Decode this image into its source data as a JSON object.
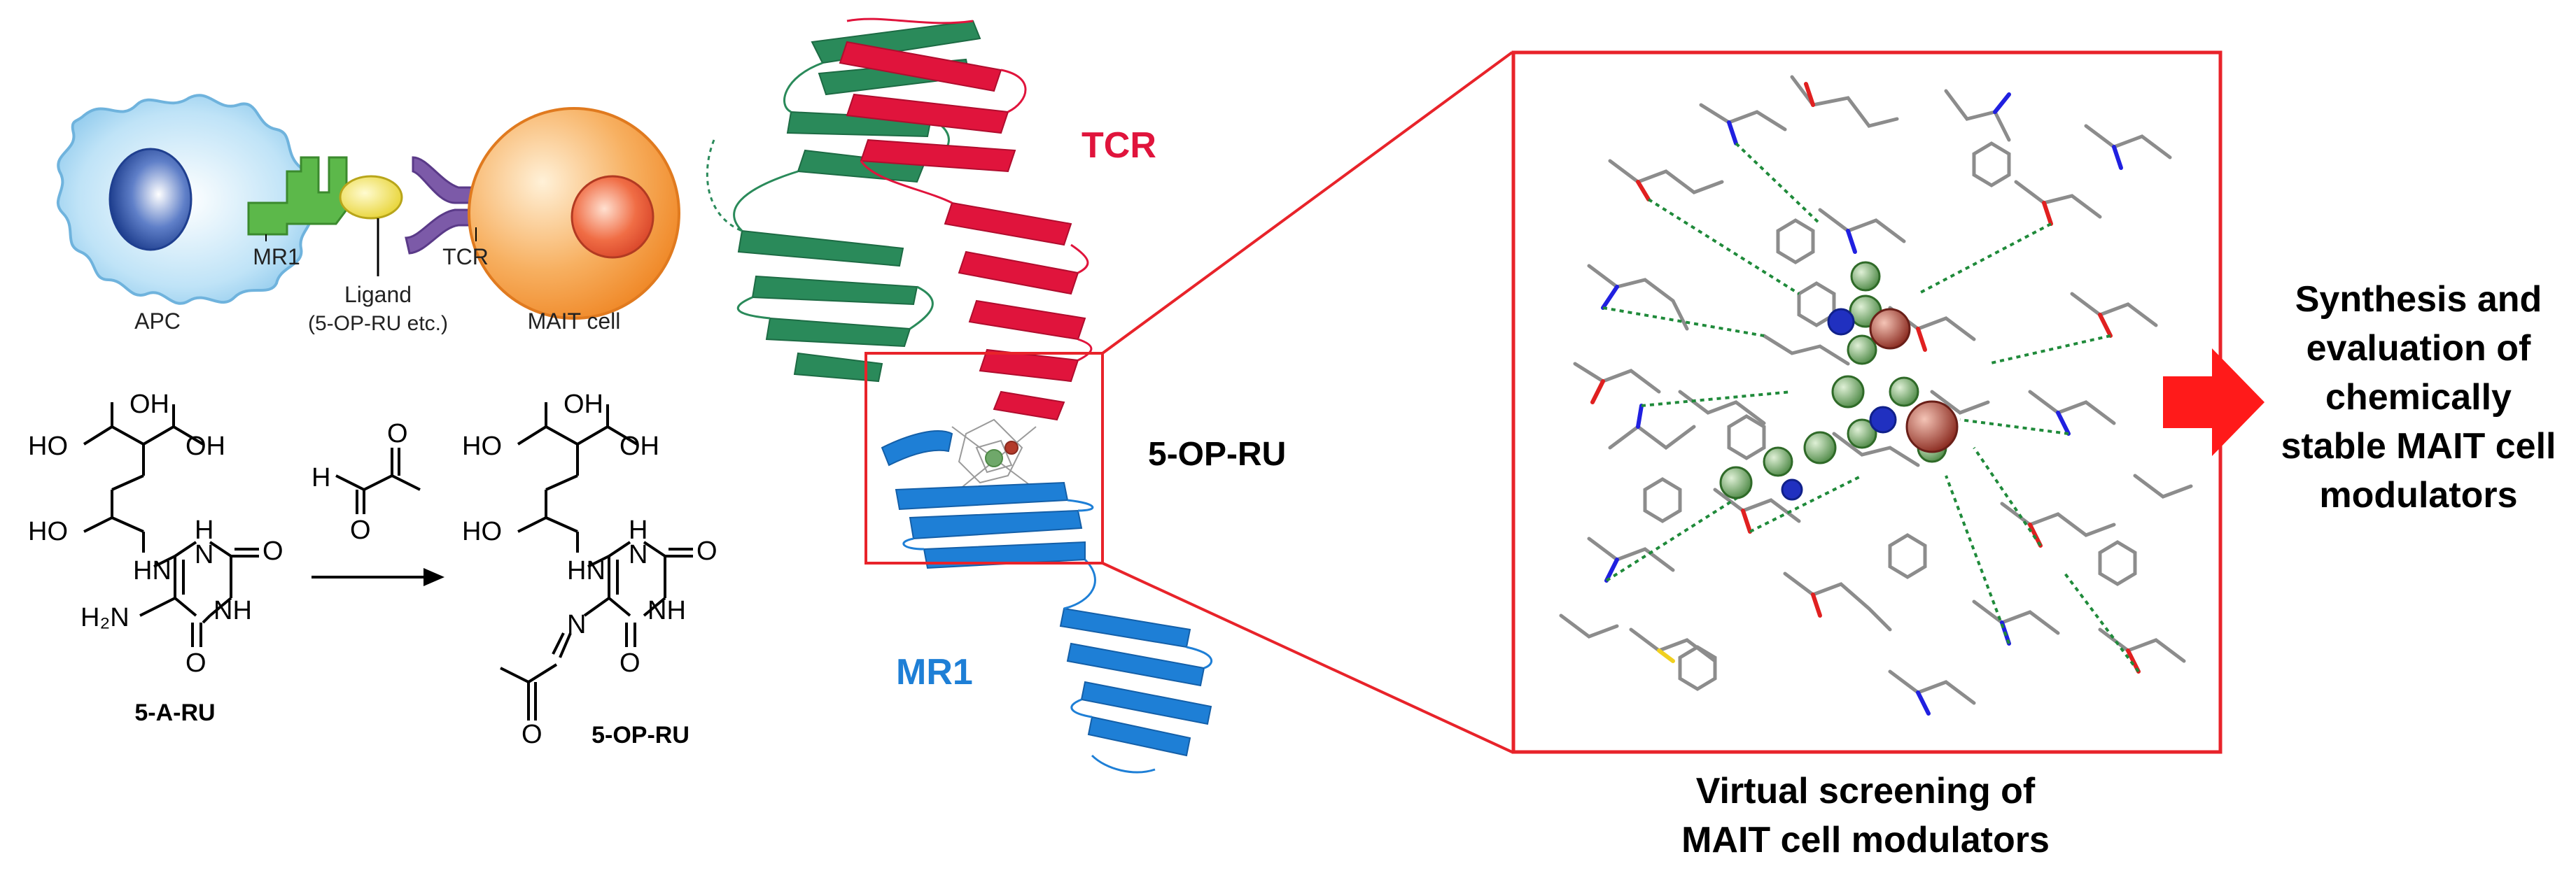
{
  "cell_diagram": {
    "apc_label": "APC",
    "mr1_label": "MR1",
    "ligand_label": "Ligand",
    "ligand_sub_label": "(5-OP-RU etc.)",
    "tcr_label": "TCR",
    "mait_label": "MAIT cell"
  },
  "reaction": {
    "reactant_label": "5-A-RU",
    "product_label": "5-OP-RU",
    "atoms": {
      "oh": "OH",
      "ho": "HO",
      "hn": "HN",
      "nh": "NH",
      "h": "H",
      "n": "N",
      "o": "O",
      "h2n": "H₂N"
    }
  },
  "structure": {
    "tcr_label": "TCR",
    "ligand_label": "5-OP-RU",
    "mr1_label": "MR1",
    "colors": {
      "tcr": "#e0143c",
      "mr1": "#1e7fd6",
      "tcr_alpha": "#2a8a5a"
    }
  },
  "screening": {
    "caption_line1": "Virtual screening of",
    "caption_line2": "MAIT cell modulators"
  },
  "outcome": {
    "line1": "Synthesis and",
    "line2": "evaluation of",
    "line3": "chemically",
    "line4": "stable MAIT cell",
    "line5": "modulators"
  },
  "colors": {
    "frame_red": "#e8232a",
    "arrow_red": "#ff1a1a"
  }
}
